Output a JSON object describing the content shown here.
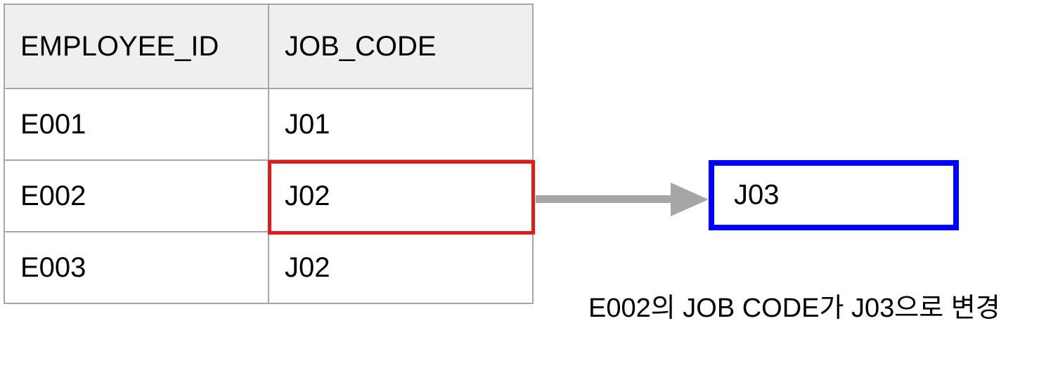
{
  "table": {
    "headers": [
      "EMPLOYEE_ID",
      "JOB_CODE"
    ],
    "rows": [
      [
        "E001",
        "J01"
      ],
      [
        "E002",
        "J02"
      ],
      [
        "E003",
        "J02"
      ]
    ]
  },
  "target": {
    "value": "J03"
  },
  "caption": {
    "text": "E002의 JOB CODE가 J03으로 변경"
  },
  "colors": {
    "header_bg": "#efefef",
    "grid": "#a6a6a6",
    "highlight": "#e11a1a",
    "arrow": "#a6a6a6",
    "target_border": "#0000ff"
  },
  "icons": {
    "arrow": "right-arrow-icon"
  }
}
